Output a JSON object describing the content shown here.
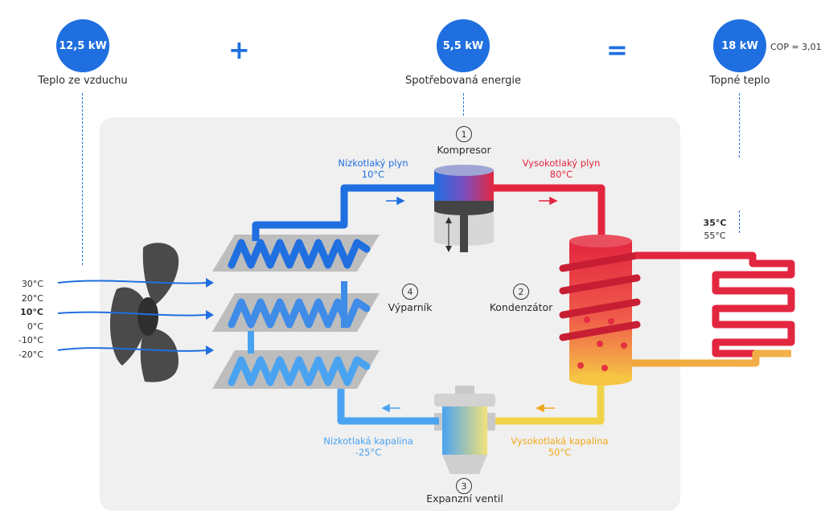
{
  "top": {
    "air": {
      "value": "12,5 kW",
      "caption": "Teplo ze vzduchu"
    },
    "plus": "+",
    "energy": {
      "value": "5,5 kW",
      "caption": "Spotřebovaná energie"
    },
    "equals": "=",
    "heat": {
      "value": "18 kW",
      "caption": "Topné teplo"
    },
    "cop": "COP = 3,01"
  },
  "components": {
    "compressor": {
      "number": "1",
      "name": "Kompresor"
    },
    "condenser": {
      "number": "2",
      "name": "Kondenzátor"
    },
    "valve": {
      "number": "3",
      "name": "Expanzní ventil"
    },
    "evaporator": {
      "number": "4",
      "name": "Výparník"
    }
  },
  "flows": {
    "low_gas": {
      "name": "Nízkotlaký plyn",
      "temp": "10°C",
      "color": "#1f6fe0"
    },
    "high_gas": {
      "name": "Vysokotlaký plyn",
      "temp": "80°C",
      "color": "#e3263f"
    },
    "low_liquid": {
      "name": "Nízkotlaká kapalina",
      "temp": "-25°C",
      "color": "#4aa3f0"
    },
    "high_liquid": {
      "name": "Vysokotlaká kapalina",
      "temp": "50°C",
      "color": "#f0b429"
    }
  },
  "air_temps": [
    {
      "t": "30°C",
      "bold": false
    },
    {
      "t": "20°C",
      "bold": false
    },
    {
      "t": "10°C",
      "bold": true
    },
    {
      "t": "0°C",
      "bold": false
    },
    {
      "t": "-10°C",
      "bold": false
    },
    {
      "t": "-20°C",
      "bold": false
    }
  ],
  "output_temps": {
    "supply": "35°C",
    "return": "55°C"
  }
}
